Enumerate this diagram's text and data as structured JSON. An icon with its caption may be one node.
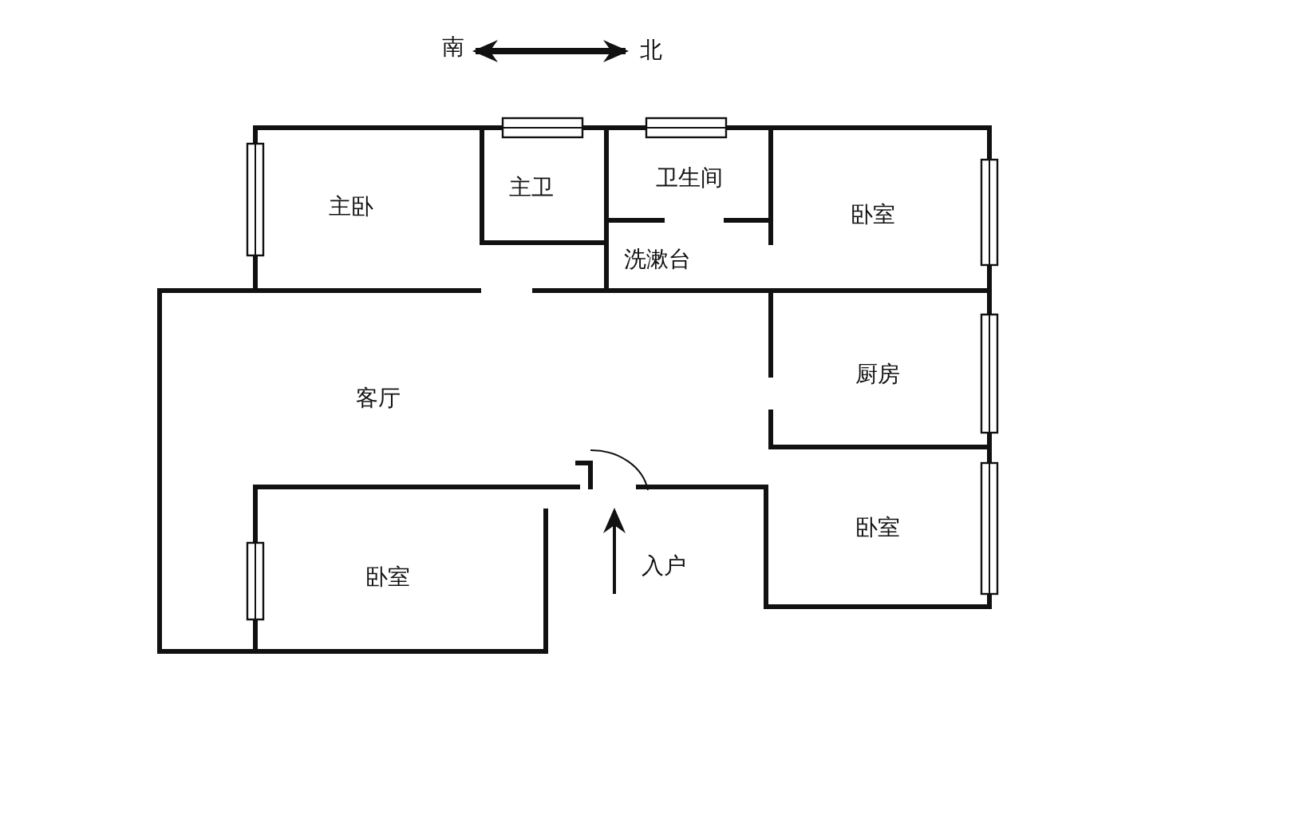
{
  "diagram": {
    "nodes": [
      {
        "text": [
          "主卧"
        ]
      },
      {
        "text": [
          "主卫"
        ]
      },
      {
        "text": [
          "卫生间"
        ]
      },
      {
        "text": [
          "卧室"
        ]
      },
      {
        "text": [
          "洗漱台"
        ]
      },
      {
        "text": [
          "客厅"
        ]
      },
      {
        "text": [
          "厨房"
        ]
      },
      {
        "text": [
          "卧室"
        ]
      },
      {
        "text": [
          "卧室"
        ]
      }
    ],
    "labels": [
      "南",
      "北",
      "入户"
    ]
  }
}
